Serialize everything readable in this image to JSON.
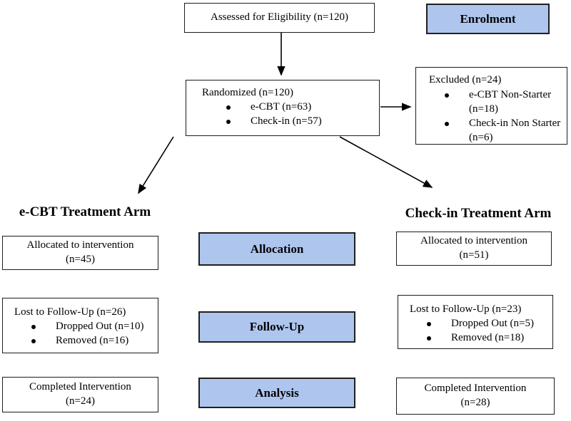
{
  "palette": {
    "stage_band_fill": "#aec6ee",
    "stage_band_border": "#1f1f1f",
    "box_border": "#1c1c1c",
    "background": "#ffffff",
    "text": "#000000"
  },
  "flow": {
    "assessed": {
      "text": "Assessed for Eligibility (n=120)"
    },
    "randomized": {
      "title": "Randomized (n=120)",
      "bullets": [
        "e-CBT (n=63)",
        "Check-in (n=57)"
      ]
    },
    "excluded": {
      "title": "Excluded (n=24)",
      "bullets": [
        "e-CBT Non-Starter (n=18)",
        "Check-in Non Starter (n=6)"
      ]
    },
    "stages": [
      "Enrolment",
      "Allocation",
      "Follow-Up",
      "Analysis"
    ],
    "left_arm": {
      "heading": "e-CBT Treatment Arm",
      "allocated": {
        "line1": "Allocated to intervention",
        "line2": "(n=45)"
      },
      "lost": {
        "title": "Lost to Follow-Up (n=26)",
        "bullets": [
          "Dropped Out (n=10)",
          "Removed (n=16)"
        ]
      },
      "completed": {
        "line1": "Completed Intervention",
        "line2": "(n=24)"
      }
    },
    "right_arm": {
      "heading": "Check-in Treatment Arm",
      "allocated": {
        "line1": "Allocated to intervention",
        "line2": "(n=51)"
      },
      "lost": {
        "title": "Lost to Follow-Up (n=23)",
        "bullets": [
          "Dropped Out (n=5)",
          "Removed (n=18)"
        ]
      },
      "completed": {
        "line1": "Completed Intervention",
        "line2": "(n=28)"
      }
    }
  }
}
